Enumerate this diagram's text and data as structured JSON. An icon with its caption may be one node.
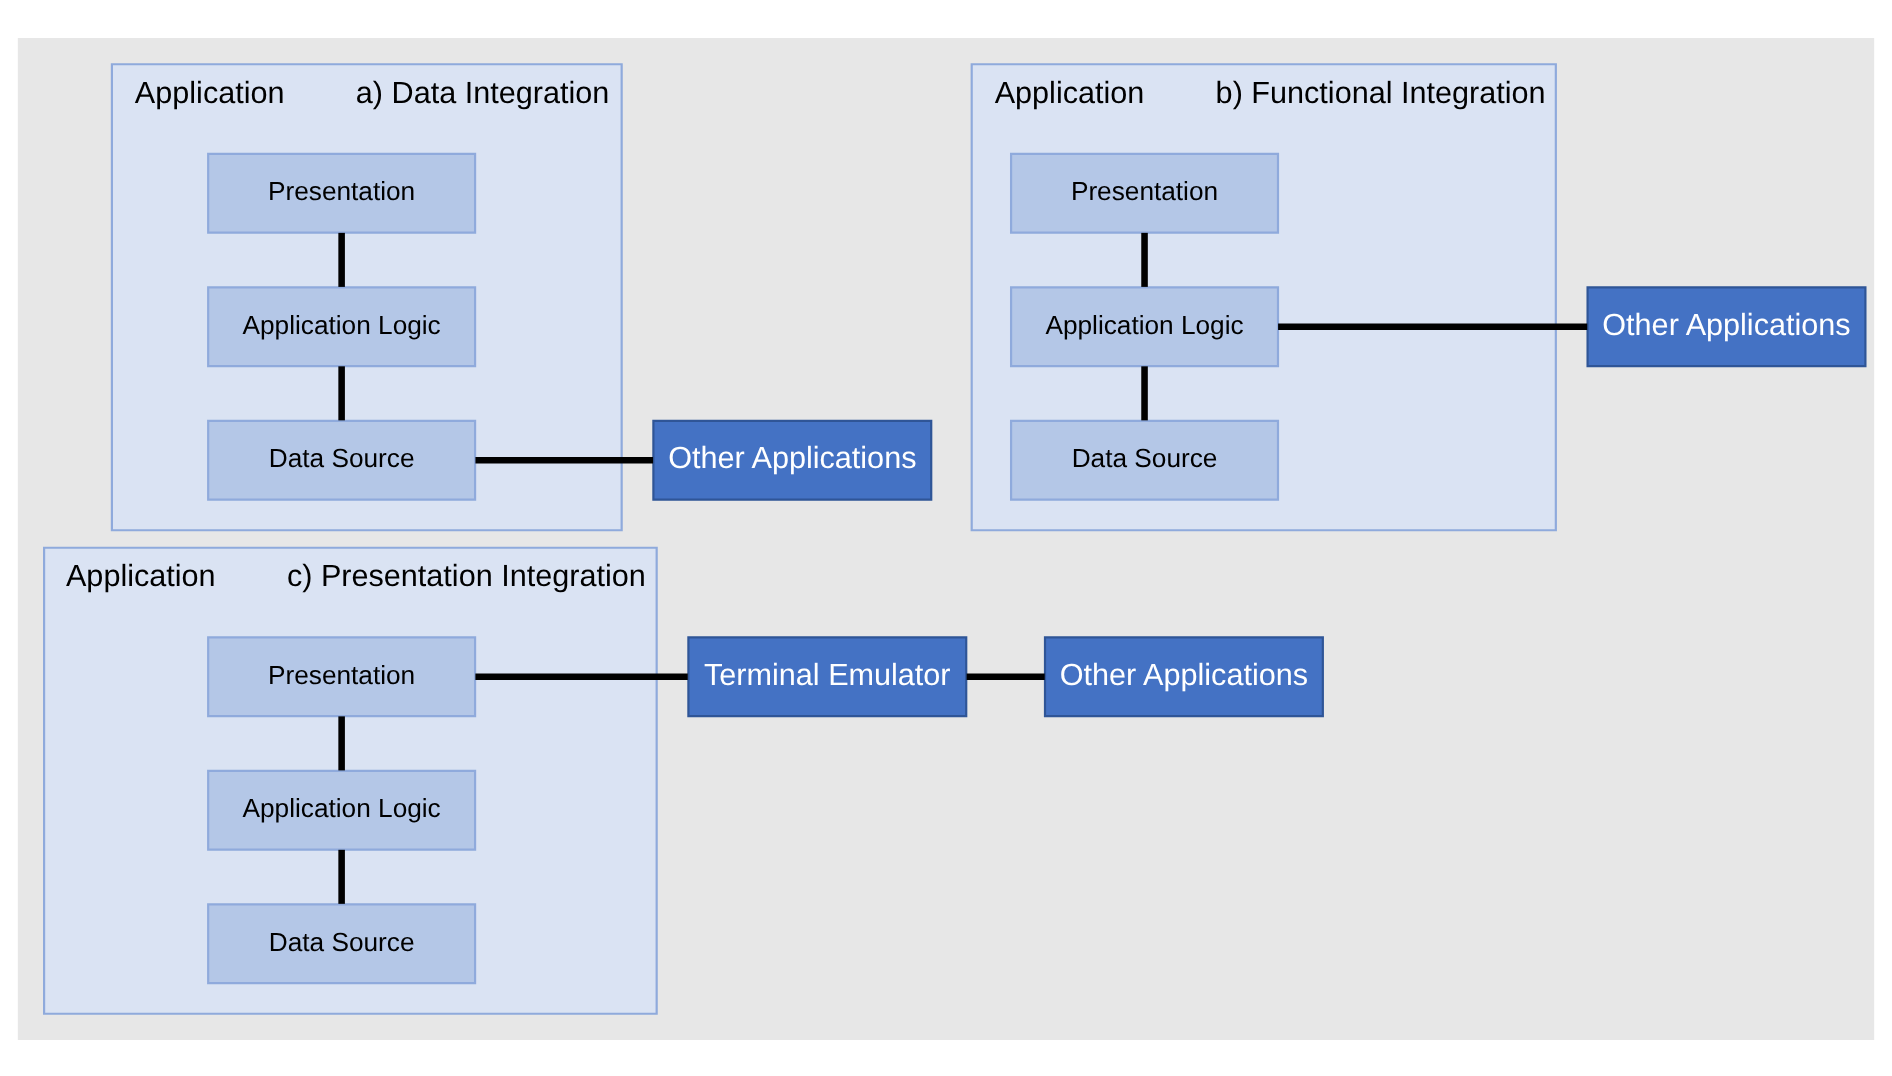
{
  "diagram": {
    "nodes": [
      {
        "text": [
          "Application"
        ],
        "beside": [
          "a) Data Integration"
        ]
      },
      {
        "text": [
          "Presentation"
        ],
        "in": 0
      },
      {
        "text": [
          "Application Logic"
        ],
        "in": 0
      },
      {
        "text": [
          "Data Source"
        ],
        "in": 0
      },
      {
        "text": [
          "Other Applications"
        ]
      },
      {
        "text": [
          "Application"
        ],
        "beside": [
          "b) Functional Integration"
        ]
      },
      {
        "text": [
          "Presentation"
        ],
        "in": 5
      },
      {
        "text": [
          "Application Logic"
        ],
        "in": 5
      },
      {
        "text": [
          "Data Source"
        ],
        "in": 5
      },
      {
        "text": [
          "Other Applications"
        ]
      },
      {
        "text": [
          "Application"
        ],
        "beside": [
          "c) Presentation Integration"
        ]
      },
      {
        "text": [
          "Presentation"
        ],
        "in": 10
      },
      {
        "text": [
          "Application Logic"
        ],
        "in": 10
      },
      {
        "text": [
          "Data Source"
        ],
        "in": 10
      },
      {
        "text": [
          "Terminal Emulator"
        ]
      },
      {
        "text": [
          "Other Applications"
        ]
      }
    ],
    "edges": [
      {
        "from": 1,
        "to": 2,
        "arrow": "none"
      },
      {
        "from": 2,
        "to": 3,
        "arrow": "none"
      },
      {
        "from": 3,
        "to": 4,
        "arrow": "none"
      },
      {
        "from": 6,
        "to": 7,
        "arrow": "none"
      },
      {
        "from": 7,
        "to": 8,
        "arrow": "none"
      },
      {
        "from": 7,
        "to": 9,
        "arrow": "none"
      },
      {
        "from": 11,
        "to": 12,
        "arrow": "none"
      },
      {
        "from": 12,
        "to": 13,
        "arrow": "none"
      },
      {
        "from": 11,
        "to": 14,
        "arrow": "none"
      },
      {
        "from": 14,
        "to": 15,
        "arrow": "none"
      }
    ]
  }
}
